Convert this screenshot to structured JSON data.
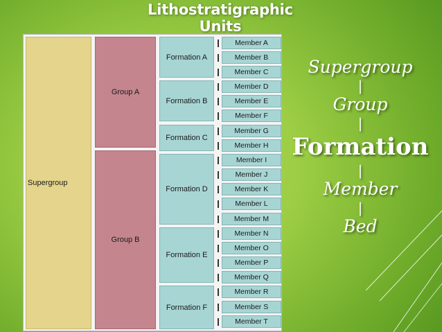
{
  "slide": {
    "title": "Lithostratigraphic Units"
  },
  "table": {
    "supergroup": "Supergroup",
    "groups": [
      {
        "label": "Group A"
      },
      {
        "label": "Group B"
      }
    ],
    "formations": [
      {
        "label": "Formation A"
      },
      {
        "label": "Formation B"
      },
      {
        "label": "Formation C"
      },
      {
        "label": "Formation D"
      },
      {
        "label": "Formation E"
      },
      {
        "label": "Formation F"
      }
    ],
    "members": [
      "Member A",
      "Member B",
      "Member C",
      "Member D",
      "Member E",
      "Member F",
      "Member G",
      "Member H",
      "Member I",
      "Member J",
      "Member K",
      "Member L",
      "Member M",
      "Member N",
      "Member O",
      "Member P",
      "Member Q",
      "Member R",
      "Member S",
      "Member T"
    ]
  },
  "hierarchy": {
    "levels": [
      "Supergroup",
      "Group",
      "Formation",
      "Member",
      "Bed"
    ],
    "separator": "|"
  },
  "colors": {
    "supergroup": "#e4d48c",
    "group": "#c4858e",
    "formation_member": "#a7d5d4",
    "background": "#9ccd44"
  }
}
